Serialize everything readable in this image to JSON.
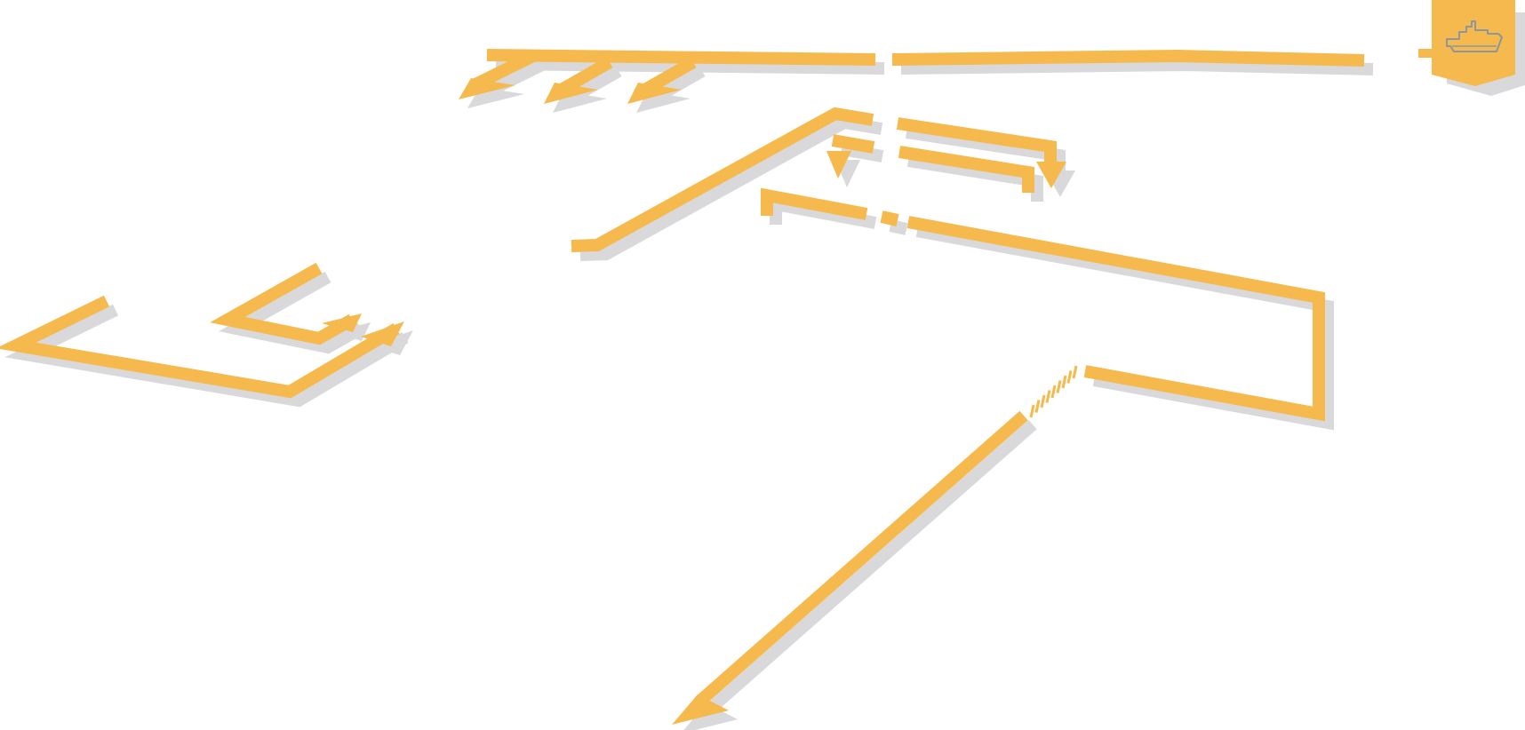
{
  "colors": {
    "route": "#F6B94D",
    "shadow": "#D9D9DB",
    "background": "#FFFFFF",
    "icon_stroke": "#8A96A0"
  },
  "badge": {
    "icon": "ship-icon"
  },
  "routes": [
    {
      "name": "route-top-long"
    },
    {
      "name": "route-top-forks"
    },
    {
      "name": "route-middle-diagonal"
    },
    {
      "name": "route-middle-arrows"
    },
    {
      "name": "route-large-loop"
    },
    {
      "name": "route-long-southwest"
    },
    {
      "name": "route-left-chevron"
    }
  ]
}
